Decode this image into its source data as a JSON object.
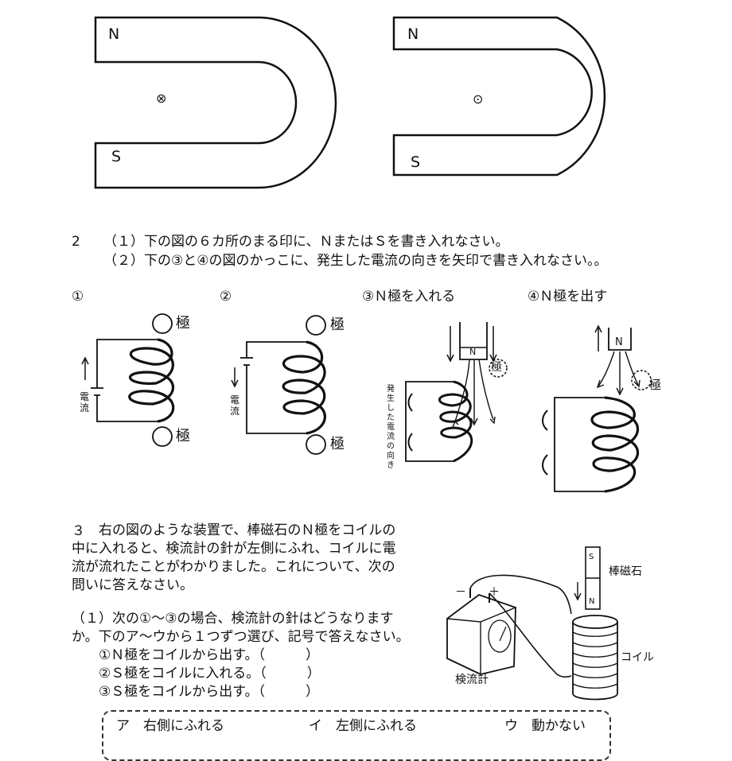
{
  "q1": {
    "left_magnet": {
      "north": "N",
      "south": "S",
      "symbol": "⊗"
    },
    "right_magnet": {
      "north": "N",
      "south": "S",
      "symbol": "⊙"
    }
  },
  "q2": {
    "number": "2",
    "instruction1": "（１）下の図の６カ所のまる印に、ＮまたはＳを書き入れなさい。",
    "instruction2": "（２）下の③と④の図のかっこに、発生した電流の向きを矢印で書き入れなさい。。",
    "figures": [
      {
        "label": "①",
        "pole_top": "極",
        "pole_bottom": "極",
        "current": "電流"
      },
      {
        "label": "②",
        "pole_top": "極",
        "pole_bottom": "極",
        "current": "電流"
      },
      {
        "label": "③Ｎ極を入れる",
        "magnet": "N",
        "pole": "極",
        "current_dir": "発生した電流の向き"
      },
      {
        "label": "④Ｎ極を出す",
        "magnet": "N",
        "pole": "極"
      }
    ]
  },
  "q3": {
    "number": "３",
    "text_lines": [
      "右の図のような装置で、棒磁石のＮ極をコイルの",
      "中に入れると、検流計の針が左側にふれ、コイルに電",
      "流が流れたことがわかりました。これについて、次の",
      "問いに答えなさい。"
    ],
    "sub1_lines": [
      "（１）次の①～③の場合、検流計の針はどうなります",
      "か。下のア～ウから１つずつ選び、記号で答えなさい。"
    ],
    "items": [
      "①Ｎ極をコイルから出す。（　　　）",
      "②Ｓ極をコイルに入れる。（　　　）",
      "③Ｓ極をコイルから出す。（　　　）"
    ],
    "choices": [
      "ア　右側にふれる",
      "イ　左側にふれる",
      "ウ　動かない"
    ],
    "apparatus": {
      "bar_magnet": "棒磁石",
      "coil": "コイル",
      "galvanometer": "検流計",
      "minus": "－",
      "plus": "＋",
      "magnet_s": "S",
      "magnet_n": "N"
    }
  }
}
